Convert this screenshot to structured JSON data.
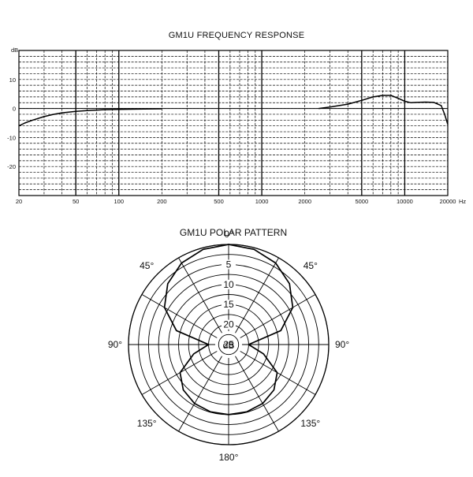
{
  "chart_data": [
    {
      "type": "line",
      "title": "GM1U FREQUENCY RESPONSE",
      "xlabel": "Hz",
      "ylabel": "dB",
      "x_scale": "log",
      "xlim": [
        20,
        20000
      ],
      "ylim": [
        -30,
        20
      ],
      "grid": true,
      "x_tick_labels": [
        "20",
        "50",
        "100",
        "200",
        "500",
        "1000",
        "2000",
        "5000",
        "10000",
        "20000"
      ],
      "x_tick_values": [
        20,
        50,
        100,
        200,
        500,
        1000,
        2000,
        5000,
        10000,
        20000
      ],
      "y_tick_labels": [
        "10",
        "0",
        "-10",
        "-20"
      ],
      "y_tick_values": [
        10,
        0,
        -10,
        -20
      ],
      "series": [
        {
          "segments": [
            {
              "x": [
                20,
                22,
                25,
                30,
                35,
                40,
                50,
                60,
                80,
                100,
                150,
                200
              ],
              "y": [
                -6,
                -5,
                -4,
                -2.8,
                -2,
                -1.5,
                -1,
                -0.7,
                -0.4,
                -0.3,
                -0.2,
                -0.1
              ]
            },
            {
              "x": [
                2500,
                3000,
                4000,
                5000,
                6000,
                7000,
                8000,
                9000,
                10000,
                11000,
                12000,
                14000,
                16000,
                18000,
                19000,
                20000
              ],
              "y": [
                0,
                0.5,
                1.5,
                2.8,
                4,
                4.5,
                4.5,
                3.5,
                2.5,
                2,
                2.1,
                2.2,
                2.1,
                1,
                -2,
                -5.5
              ]
            }
          ]
        }
      ]
    },
    {
      "type": "polar",
      "title": "GM1U POLAR PATTERN",
      "center_label": "dB",
      "ring_labels": [
        "5",
        "10",
        "15",
        "20",
        "25"
      ],
      "angle_labels": [
        {
          "deg": 0,
          "label": "0°"
        },
        {
          "deg": 45,
          "label": "45°"
        },
        {
          "deg": 90,
          "label": "90°"
        },
        {
          "deg": 135,
          "label": "135°"
        },
        {
          "deg": 180,
          "label": "180°"
        },
        {
          "deg": -135,
          "label": "135°"
        },
        {
          "deg": -90,
          "label": "90°"
        },
        {
          "deg": -45,
          "label": "45°"
        }
      ],
      "series": [
        {
          "pattern": "figure-8 / hypercardioid",
          "angles_deg": [
            0,
            15,
            30,
            45,
            60,
            75,
            90,
            105,
            120,
            135,
            150,
            165,
            180
          ],
          "level_db": [
            0,
            -0.4,
            -1.5,
            -3.5,
            -6.5,
            -11.5,
            -20,
            -16,
            -11,
            -9,
            -8,
            -7.6,
            -7.5
          ]
        }
      ]
    }
  ]
}
